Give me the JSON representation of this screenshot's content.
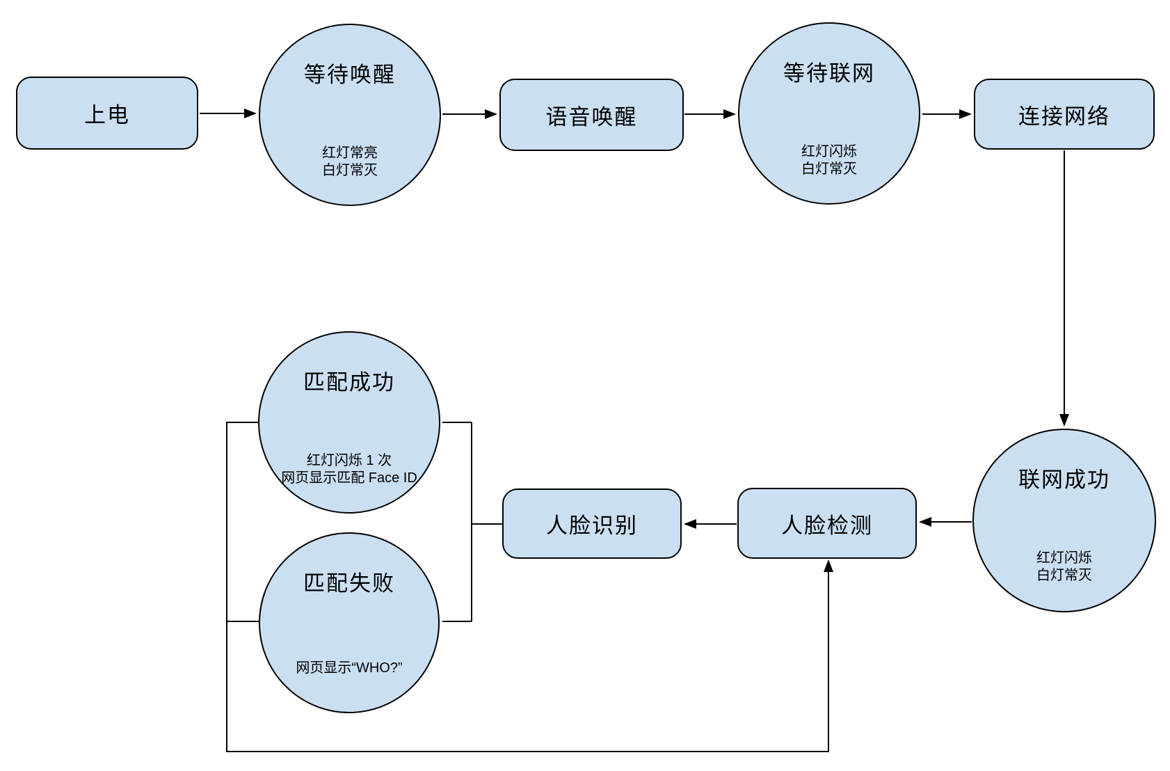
{
  "diagram": {
    "background_color": "#ffffff",
    "node_fill_color": "#cbdff2",
    "node_stroke_color": "#000000",
    "connector_color": "#000000",
    "nodes": {
      "power_on": {
        "shape": "rounded-rect",
        "label": "上电"
      },
      "wait_wake": {
        "shape": "circle",
        "label": "等待唤醒",
        "sub1": "红灯常亮",
        "sub2": "白灯常灭"
      },
      "voice_wake": {
        "shape": "rounded-rect",
        "label": "语音唤醒"
      },
      "wait_network": {
        "shape": "circle",
        "label": "等待联网",
        "sub1": "红灯闪烁",
        "sub2": "白灯常灭"
      },
      "connect_network": {
        "shape": "rounded-rect",
        "label": "连接网络"
      },
      "network_success": {
        "shape": "circle",
        "label": "联网成功",
        "sub1": "红灯闪烁",
        "sub2": "白灯常灭"
      },
      "face_detect": {
        "shape": "rounded-rect",
        "label": "人脸检测"
      },
      "face_recognize": {
        "shape": "rounded-rect",
        "label": "人脸识别"
      },
      "match_success": {
        "shape": "circle",
        "label": "匹配成功",
        "sub1": "红灯闪烁 1 次",
        "sub2": "网页显示匹配 Face ID"
      },
      "match_fail": {
        "shape": "circle",
        "label": "匹配失败",
        "sub1": "网页显示“WHO?”"
      }
    },
    "edges": [
      {
        "from": "power_on",
        "to": "wait_wake",
        "arrow": true
      },
      {
        "from": "wait_wake",
        "to": "voice_wake",
        "arrow": true
      },
      {
        "from": "voice_wake",
        "to": "wait_network",
        "arrow": true
      },
      {
        "from": "wait_network",
        "to": "connect_network",
        "arrow": true
      },
      {
        "from": "connect_network",
        "to": "network_success",
        "arrow": true
      },
      {
        "from": "network_success",
        "to": "face_detect",
        "arrow": true
      },
      {
        "from": "face_detect",
        "to": "face_recognize",
        "arrow": true
      },
      {
        "from": "face_recognize",
        "to": "match_success",
        "arrow": false
      },
      {
        "from": "face_recognize",
        "to": "match_fail",
        "arrow": false
      },
      {
        "from": "match_success",
        "to": "face_detect",
        "arrow": true
      },
      {
        "from": "match_fail",
        "to": "face_detect",
        "arrow": true
      }
    ]
  }
}
